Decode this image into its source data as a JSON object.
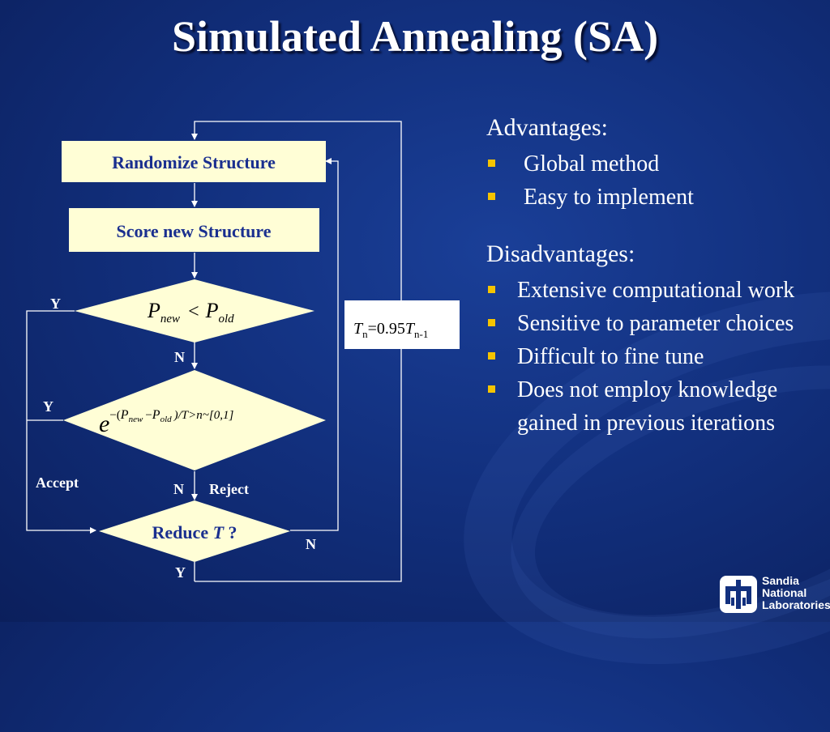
{
  "slide": {
    "title": "Simulated Annealing (SA)",
    "colors": {
      "background": "#12307e",
      "box_fill": "#fffed6",
      "box_text": "#1a2f8f",
      "bullet": "#f5c400"
    }
  },
  "flowchart": {
    "randomize": "Randomize Structure",
    "score": "Score new Structure",
    "cond1": {
      "p": "P",
      "new": "new",
      "lt": "<",
      "old": "old"
    },
    "cond2": {
      "e": "e",
      "minus_paren": "−(",
      "p": "P",
      "new": "new",
      "minus": "−",
      "old": "old",
      "tail": ")/T>n~[0,1]"
    },
    "reduce": {
      "prefix": "Reduce ",
      "t": "T",
      "suffix": " ?"
    },
    "update": {
      "t": "T",
      "sub_n": "n",
      "eq": "=0.95",
      "sub_prev": "n-1"
    },
    "labels": {
      "y1": "Y",
      "n1": "N",
      "y2": "Y",
      "n2": "N",
      "accept": "Accept",
      "reject": "Reject",
      "n3": "N",
      "y3": "Y"
    }
  },
  "advantages": {
    "heading": "Advantages:",
    "items": [
      "Global method",
      "Easy to implement"
    ]
  },
  "disadvantages": {
    "heading": "Disadvantages:",
    "items": [
      "Extensive computational work",
      "Sensitive to parameter choices",
      "Difficult to fine tune",
      "Does not employ knowledge gained in previous iterations"
    ]
  },
  "logo": {
    "line1": "Sandia",
    "line2": "National",
    "line3": "Laboratories",
    "icon": "sandia-thunderbird-icon"
  }
}
